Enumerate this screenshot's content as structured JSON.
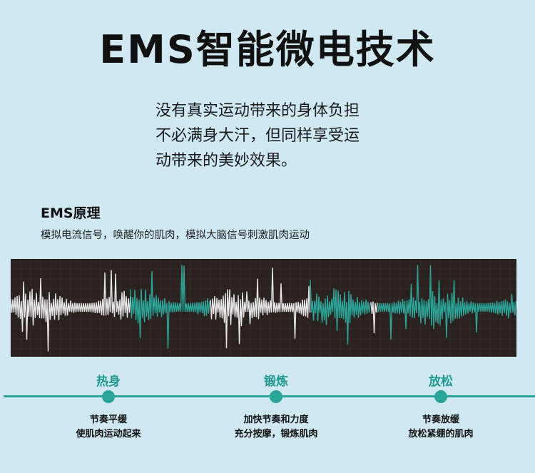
{
  "title": "EMS智能微电技术",
  "description_lines": [
    "没有真实运动带来的身体负担",
    "不必满身大汗，但同样享受运",
    "动带来的美妙效果。"
  ],
  "principle": {
    "title": "EMS原理",
    "subtitle": "模拟电流信号，唤醒你的肌肉，模拟大脑信号刺激肌肉运动"
  },
  "colors": {
    "background": "#cfe8f2",
    "accent": "#2aa59a",
    "wave_white": "#e6e6e6",
    "wave_teal": "#2aa59a",
    "panel": "#2a221f"
  },
  "stages": [
    {
      "name": "热身",
      "lines": [
        "节奏平缓",
        "使肌肉运动起来"
      ]
    },
    {
      "name": "锻炼",
      "lines": [
        "加快节奏和力度",
        "充分按摩，锻炼肌肉"
      ]
    },
    {
      "name": "放松",
      "lines": [
        "节奏放缓",
        "放松紧绷的肌肉"
      ]
    }
  ]
}
